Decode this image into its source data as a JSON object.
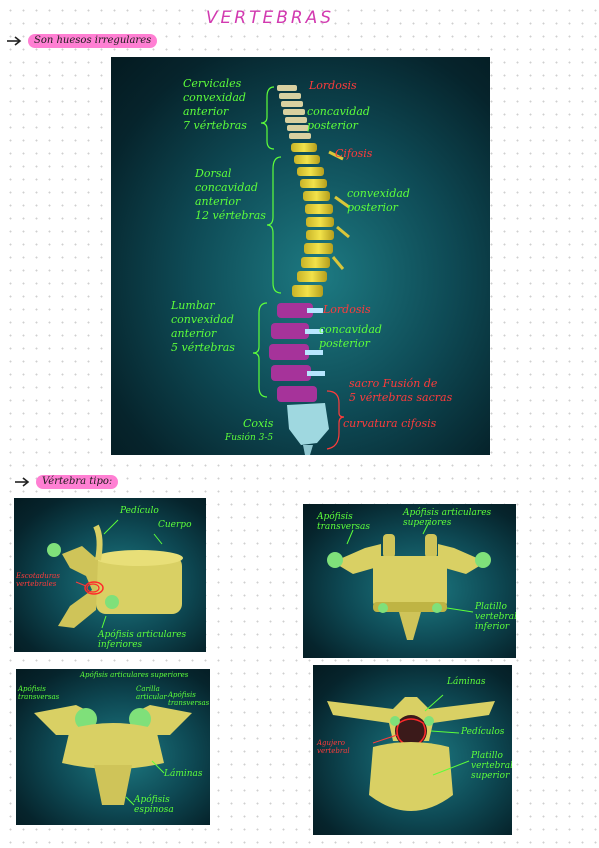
{
  "title": "VERTEBRAS",
  "bullet1": "Son huesos irregulares",
  "bullet2": "Vértebra tipo:",
  "spine": {
    "cervicales": "Cervicales\nconvexidad\nanterior\n7 vértebras",
    "lordosis_top": "Lordosis",
    "concavidad_posterior": "concavidad\nposterior",
    "cifosis": "Cifosis",
    "dorsal": "Dorsal\nconcavidad\nanterior\n12 vértebras",
    "convexidad_posterior": "convexidad\nposterior",
    "lumbar": "Lumbar\nconvexidad\nanterior\n5 vértebras",
    "lordosis_bottom": "Lordosis",
    "concavidad_posterior_2": "concavidad\nposterior",
    "sacro": "sacro Fusión de\n5 vértebras sacras",
    "curvatura": "curvatura cifosis",
    "coxis": "Coxis",
    "fusion": "Fusión 3-5"
  },
  "lateral": {
    "pediculo": "Pedículo",
    "cuerpo": "Cuerpo",
    "escotaduras": "Escotaduras\nvertebrales",
    "apofisis_art": "Apófisis articulares\ninferiores"
  },
  "frontal": {
    "transversas": "Apófisis\ntransversas",
    "art_sup": "Apófisis articulares\nsuperiores",
    "platillo": "Platillo\nvertebral\ninferior"
  },
  "posterior": {
    "transversas": "Apófisis\ntransversas",
    "art_sup": "Apófisis articulares superiores",
    "carilla": "Carilla\narticular",
    "transversas_r": "Apófisis\ntransversas",
    "laminas": "Láminas",
    "espinosa": "Apófisis\nespinosa"
  },
  "superior": {
    "laminas": "Láminas",
    "agujero": "Agujero\nvertebral",
    "pediculos": "Pedículos",
    "platillo": "Platillo\nvertebral\nsuperior"
  }
}
